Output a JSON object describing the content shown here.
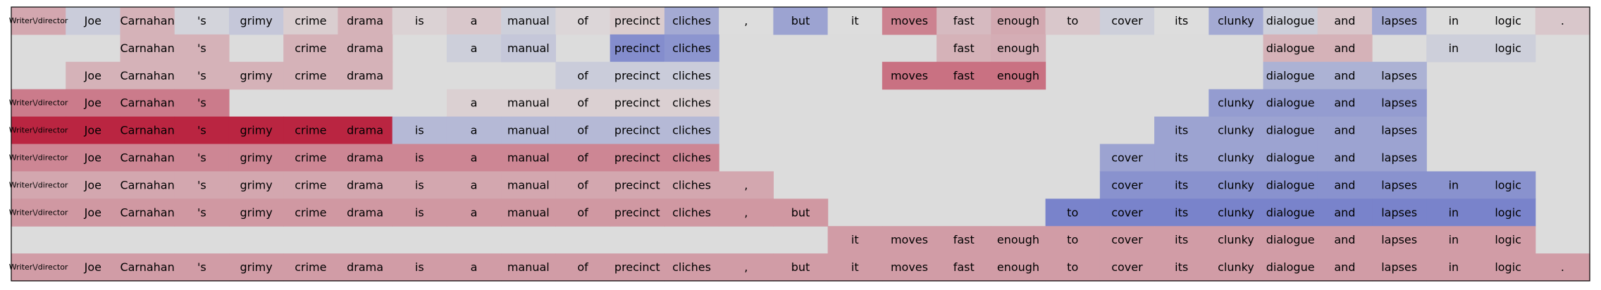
{
  "chart_data": {
    "type": "heatmap",
    "title": "",
    "xlabel": "",
    "ylabel": "",
    "scale": "coolwarm",
    "color_range": [
      -1,
      1
    ],
    "tokens": [
      "Writer\\/director",
      "Joe",
      "Carnahan",
      "'s",
      "grimy",
      "crime",
      "drama",
      "is",
      "a",
      "manual",
      "of",
      "precinct",
      "cliches",
      ",",
      "but",
      "it",
      "moves",
      "fast",
      "enough",
      "to",
      "cover",
      "its",
      "clunky",
      "dialogue",
      "and",
      "lapses",
      "in",
      "logic",
      "."
    ],
    "rows": [
      {
        "present": [
          1,
          1,
          1,
          1,
          1,
          1,
          1,
          1,
          1,
          1,
          1,
          1,
          1,
          1,
          1,
          1,
          1,
          1,
          1,
          1,
          1,
          1,
          1,
          1,
          1,
          1,
          1,
          1,
          1
        ],
        "values": [
          0.25,
          -0.12,
          0.2,
          -0.06,
          -0.15,
          0.07,
          0.2,
          0.05,
          0.1,
          -0.1,
          0.03,
          0.08,
          -0.35,
          0.0,
          -0.4,
          0.0,
          0.42,
          0.16,
          0.24,
          0.1,
          -0.1,
          0.0,
          -0.35,
          -0.1,
          0.1,
          -0.35,
          0.0,
          0.0,
          0.1
        ]
      },
      {
        "present": [
          0,
          0,
          1,
          1,
          0,
          1,
          1,
          0,
          1,
          1,
          0,
          1,
          1,
          0,
          0,
          0,
          0,
          1,
          1,
          0,
          0,
          0,
          0,
          1,
          1,
          0,
          1,
          1,
          0
        ],
        "values": [
          0,
          0,
          0.2,
          0.2,
          0,
          0.2,
          0.2,
          0,
          -0.1,
          -0.15,
          0,
          -0.55,
          -0.5,
          0,
          0,
          0,
          0,
          0.2,
          0.22,
          0,
          0,
          0,
          0,
          0.2,
          0.2,
          0,
          -0.1,
          -0.1,
          0
        ]
      },
      {
        "present": [
          0,
          1,
          1,
          1,
          1,
          1,
          1,
          0,
          0,
          0,
          1,
          1,
          1,
          0,
          0,
          0,
          1,
          1,
          1,
          0,
          0,
          0,
          0,
          1,
          1,
          1,
          0,
          0,
          0
        ],
        "values": [
          0,
          0.2,
          0.2,
          0.2,
          0.2,
          0.2,
          0.2,
          0,
          0,
          0,
          -0.12,
          -0.12,
          -0.12,
          0,
          0,
          0,
          0.5,
          0.5,
          0.5,
          0,
          0,
          0,
          0,
          -0.3,
          -0.3,
          -0.3,
          0,
          0,
          0
        ]
      },
      {
        "present": [
          1,
          1,
          1,
          1,
          0,
          0,
          0,
          0,
          1,
          1,
          1,
          1,
          1,
          0,
          0,
          0,
          0,
          0,
          0,
          0,
          0,
          0,
          1,
          1,
          1,
          1,
          0,
          0,
          0
        ],
        "values": [
          0.45,
          0.45,
          0.45,
          0.45,
          0,
          0,
          0,
          0,
          0.06,
          0.06,
          0.06,
          0.06,
          0.06,
          0,
          0,
          0,
          0,
          0,
          0,
          0,
          0,
          0,
          -0.45,
          -0.45,
          -0.45,
          -0.45,
          0,
          0,
          0
        ]
      },
      {
        "present": [
          1,
          1,
          1,
          1,
          1,
          1,
          1,
          1,
          1,
          1,
          1,
          1,
          1,
          0,
          0,
          0,
          0,
          0,
          0,
          0,
          0,
          1,
          1,
          1,
          1,
          1,
          0,
          0,
          0
        ],
        "values": [
          0.85,
          0.85,
          0.85,
          0.85,
          0.85,
          0.85,
          0.85,
          -0.25,
          -0.25,
          -0.25,
          -0.25,
          -0.25,
          -0.25,
          0,
          0,
          0,
          0,
          0,
          0,
          0,
          0,
          -0.4,
          -0.4,
          -0.4,
          -0.4,
          -0.4,
          0,
          0,
          0
        ]
      },
      {
        "present": [
          1,
          1,
          1,
          1,
          1,
          1,
          1,
          1,
          1,
          1,
          1,
          1,
          1,
          0,
          0,
          0,
          0,
          0,
          0,
          0,
          1,
          1,
          1,
          1,
          1,
          1,
          0,
          0,
          0
        ],
        "values": [
          0.4,
          0.4,
          0.4,
          0.4,
          0.4,
          0.4,
          0.4,
          0.4,
          0.4,
          0.4,
          0.4,
          0.4,
          0.4,
          0,
          0,
          0,
          0,
          0,
          0,
          0,
          -0.4,
          -0.4,
          -0.4,
          -0.4,
          -0.4,
          -0.4,
          0,
          0,
          0
        ]
      },
      {
        "present": [
          1,
          1,
          1,
          1,
          1,
          1,
          1,
          1,
          1,
          1,
          1,
          1,
          1,
          1,
          0,
          0,
          0,
          0,
          0,
          0,
          1,
          1,
          1,
          1,
          1,
          1,
          1,
          1,
          0
        ],
        "values": [
          0.25,
          0.25,
          0.25,
          0.25,
          0.25,
          0.25,
          0.25,
          0.25,
          0.25,
          0.25,
          0.25,
          0.25,
          0.25,
          0.25,
          0,
          0,
          0,
          0,
          0,
          0,
          -0.52,
          -0.52,
          -0.52,
          -0.52,
          -0.52,
          -0.52,
          -0.52,
          -0.52,
          0
        ]
      },
      {
        "present": [
          1,
          1,
          1,
          1,
          1,
          1,
          1,
          1,
          1,
          1,
          1,
          1,
          1,
          1,
          1,
          0,
          0,
          0,
          0,
          1,
          1,
          1,
          1,
          1,
          1,
          1,
          1,
          1,
          0
        ],
        "values": [
          0.32,
          0.32,
          0.32,
          0.32,
          0.32,
          0.32,
          0.32,
          0.32,
          0.32,
          0.32,
          0.32,
          0.32,
          0.32,
          0.32,
          0.32,
          0,
          0,
          0,
          0,
          -0.62,
          -0.62,
          -0.62,
          -0.62,
          -0.62,
          -0.62,
          -0.62,
          -0.62,
          -0.62,
          0
        ]
      },
      {
        "present": [
          0,
          0,
          0,
          0,
          0,
          0,
          0,
          0,
          0,
          0,
          0,
          0,
          0,
          0,
          0,
          1,
          1,
          1,
          1,
          1,
          1,
          1,
          1,
          1,
          1,
          1,
          1,
          1,
          0
        ],
        "values": [
          0,
          0,
          0,
          0,
          0,
          0,
          0,
          0,
          0,
          0,
          0,
          0,
          0,
          0,
          0,
          0.3,
          0.3,
          0.3,
          0.3,
          0.3,
          0.3,
          0.3,
          0.3,
          0.3,
          0.3,
          0.3,
          0.3,
          0.3,
          0
        ]
      },
      {
        "present": [
          1,
          1,
          1,
          1,
          1,
          1,
          1,
          1,
          1,
          1,
          1,
          1,
          1,
          1,
          1,
          1,
          1,
          1,
          1,
          1,
          1,
          1,
          1,
          1,
          1,
          1,
          1,
          1,
          1
        ],
        "values": [
          0.3,
          0.3,
          0.3,
          0.3,
          0.3,
          0.3,
          0.3,
          0.3,
          0.3,
          0.3,
          0.3,
          0.3,
          0.3,
          0.3,
          0.3,
          0.3,
          0.3,
          0.3,
          0.3,
          0.3,
          0.3,
          0.3,
          0.3,
          0.3,
          0.3,
          0.3,
          0.3,
          0.3,
          0.3
        ]
      }
    ]
  }
}
